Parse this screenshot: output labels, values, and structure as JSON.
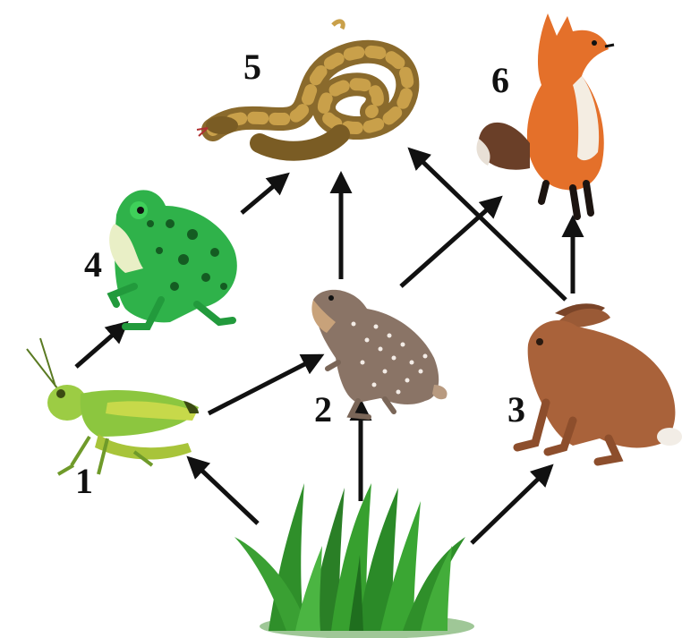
{
  "organisms": [
    {
      "id": "1",
      "label": "1",
      "icon": "grasshopper-icon"
    },
    {
      "id": "2",
      "label": "2",
      "icon": "ground-squirrel-icon"
    },
    {
      "id": "3",
      "label": "3",
      "icon": "hare-icon"
    },
    {
      "id": "4",
      "label": "4",
      "icon": "frog-icon"
    },
    {
      "id": "5",
      "label": "5",
      "icon": "snake-icon"
    },
    {
      "id": "6",
      "label": "6",
      "icon": "fox-icon"
    },
    {
      "id": "grass",
      "label": "",
      "icon": "grass-icon"
    }
  ],
  "links": [
    {
      "from": "grass",
      "to": "1"
    },
    {
      "from": "grass",
      "to": "2"
    },
    {
      "from": "grass",
      "to": "3"
    },
    {
      "from": "1",
      "to": "4"
    },
    {
      "from": "1",
      "to": "2"
    },
    {
      "from": "4",
      "to": "5"
    },
    {
      "from": "2",
      "to": "5"
    },
    {
      "from": "2",
      "to": "6"
    },
    {
      "from": "3",
      "to": "5"
    },
    {
      "from": "3",
      "to": "6"
    }
  ],
  "colors": {
    "arrow": "#111111",
    "grass": "#2f8f2a",
    "grasshopper": "#8cc63f",
    "frog": "#2fb24a",
    "snake": "#8a6a2c",
    "squirrel": "#8a7466",
    "hare": "#a9623a",
    "fox": "#e4702a"
  }
}
